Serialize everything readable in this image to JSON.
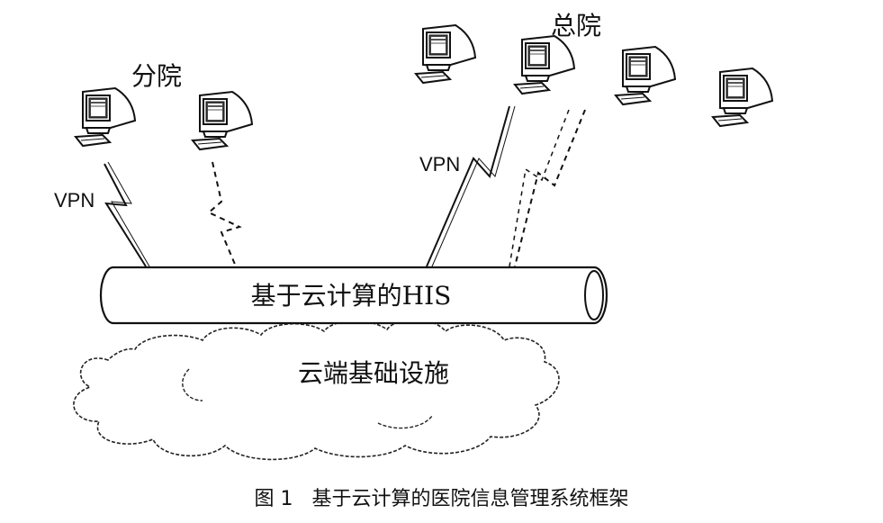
{
  "labels": {
    "branch": "分院",
    "headquarters": "总院",
    "vpn_left": "VPN",
    "vpn_right": "VPN",
    "pipe": "基于云计算的HIS",
    "cloud": "云端基础设施"
  },
  "caption": {
    "number": "图 1",
    "title": "基于云计算的医院信息管理系统框架"
  },
  "colors": {
    "stroke": "#111111",
    "background": "#ffffff"
  },
  "icons": [
    "computer-icon",
    "lightning-link-icon",
    "cloud-icon",
    "pipe-cylinder"
  ]
}
